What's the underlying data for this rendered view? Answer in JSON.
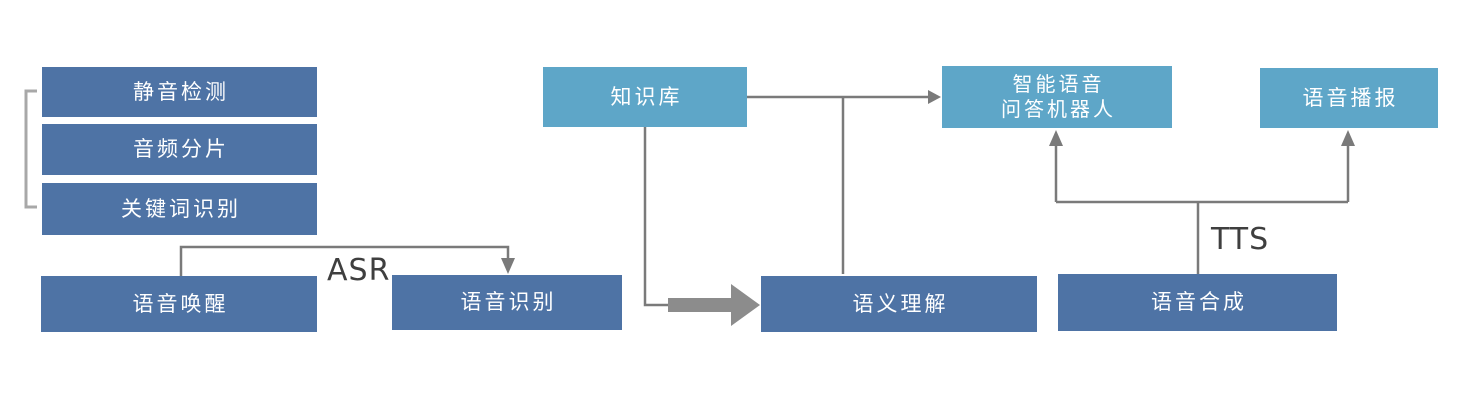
{
  "diagram": {
    "title": "speech-ai-pipeline-flowchart",
    "nodes": {
      "silence_detection": {
        "label": "静音检测"
      },
      "audio_slicing": {
        "label": "音频分片"
      },
      "keyword_recognition": {
        "label": "关键词识别"
      },
      "voice_wakeup": {
        "label": "语音唤醒"
      },
      "speech_recognition": {
        "label": "语音识别"
      },
      "knowledge_base": {
        "label": "知识库"
      },
      "semantic_understanding": {
        "label": "语义理解"
      },
      "qa_robot": {
        "line1": "智能语音",
        "line2": "问答机器人"
      },
      "voice_broadcast": {
        "label": "语音播报"
      },
      "speech_synthesis": {
        "label": "语音合成"
      }
    },
    "edge_labels": {
      "asr": "ASR",
      "tts": "TTS"
    },
    "colors": {
      "node_dark_blue": "#4e73a5",
      "node_light_blue": "#5ea6c8",
      "node_text": "#ffffff",
      "connector_gray": "#7a7a7a",
      "bracket_gray": "#a8a8a8",
      "block_arrow_gray": "#8c8c8c",
      "edge_label_text": "#3f3f3f",
      "background": "#ffffff"
    }
  }
}
